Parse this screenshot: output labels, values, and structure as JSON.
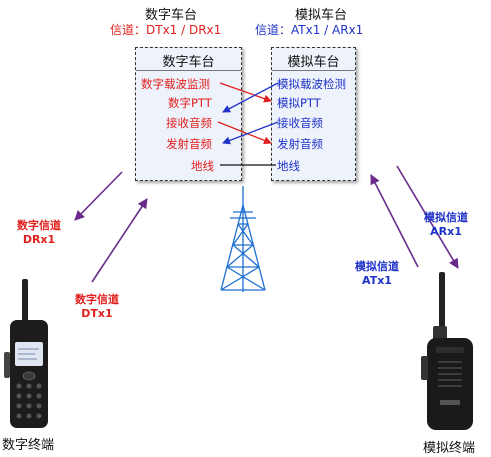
{
  "digital_header": {
    "title": "数字车台",
    "channel": "信道：DTx1 / DRx1"
  },
  "analog_header": {
    "title": "模拟车台",
    "channel": "信道：ATx1 / ARx1"
  },
  "digital_box": {
    "title": "数字车台",
    "signals": [
      "数字载波监测",
      "数字PTT",
      "接收音频",
      "发射音频",
      "地线"
    ]
  },
  "analog_box": {
    "title": "模拟车台",
    "signals": [
      "模拟载波检测",
      "模拟PTT",
      "接收音频",
      "发射音频",
      "地线"
    ]
  },
  "links": {
    "digital_rx": {
      "name": "数字信道",
      "channel": "DRx1"
    },
    "digital_tx": {
      "name": "数字信道",
      "channel": "DTx1"
    },
    "analog_tx": {
      "name": "模拟信道",
      "channel": "ATx1"
    },
    "analog_rx": {
      "name": "模拟信道",
      "channel": "ARx1"
    }
  },
  "devices": {
    "digital_terminal": "数字终端",
    "analog_terminal": "模拟终端"
  },
  "colors": {
    "digital": "#e0201e",
    "analog": "#1f33c8",
    "link_arrow": "#6a2a8c",
    "tower": "#1e6fd0"
  }
}
